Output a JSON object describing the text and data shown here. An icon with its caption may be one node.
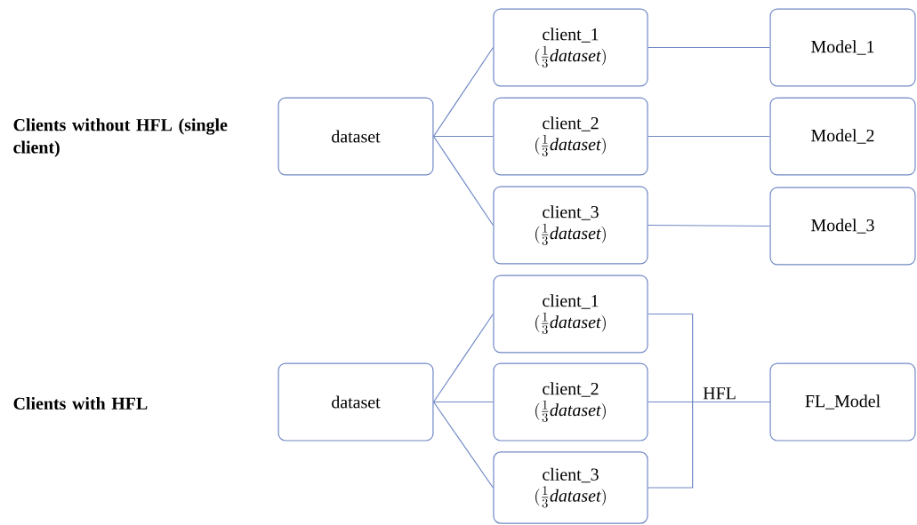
{
  "diagram": {
    "nodes": [
      {
        "text": [
          "dataset"
        ]
      },
      {
        "text": [
          "client_1",
          "(\\frac{1}{3}\\mathit{dataset})"
        ]
      },
      {
        "text": [
          "client_2",
          "(\\frac{1}{3}\\mathit{dataset})"
        ]
      },
      {
        "text": [
          "client_3",
          "(\\frac{1}{3}\\mathit{dataset})"
        ]
      },
      {
        "text": [
          "Model_1"
        ]
      },
      {
        "text": [
          "Model_2"
        ]
      },
      {
        "text": [
          "Model_3"
        ]
      },
      {
        "text": [
          "dataset"
        ]
      },
      {
        "text": [
          "client_1",
          "(\\frac{1}{3}\\mathit{dataset})"
        ]
      },
      {
        "text": [
          "client_2",
          "(\\frac{1}{3}\\mathit{dataset})"
        ]
      },
      {
        "text": [
          "client_3",
          "(\\frac{1}{3}\\mathit{dataset})"
        ]
      },
      {
        "text": [
          "FL_Model"
        ]
      }
    ],
    "edges": [
      {
        "from": 0,
        "to": 1,
        "arrow": "none"
      },
      {
        "from": 0,
        "to": 2,
        "arrow": "none"
      },
      {
        "from": 0,
        "to": 3,
        "arrow": "none"
      },
      {
        "from": 1,
        "to": 4,
        "arrow": "none"
      },
      {
        "from": 2,
        "to": 5,
        "arrow": "none"
      },
      {
        "from": 3,
        "to": 6,
        "arrow": "none"
      },
      {
        "from": 7,
        "to": 8,
        "arrow": "none"
      },
      {
        "from": 7,
        "to": 9,
        "arrow": "none"
      },
      {
        "from": 7,
        "to": 10,
        "arrow": "none"
      },
      {
        "from": 8,
        "to": 11,
        "arrow": "none"
      },
      {
        "from": 9,
        "to": 11,
        "arrow": "none",
        "label": "HFL"
      },
      {
        "from": 10,
        "to": 11,
        "arrow": "none"
      }
    ],
    "labels": [
      "Clients without HFL (single client)",
      "Clients with HFL"
    ]
  }
}
